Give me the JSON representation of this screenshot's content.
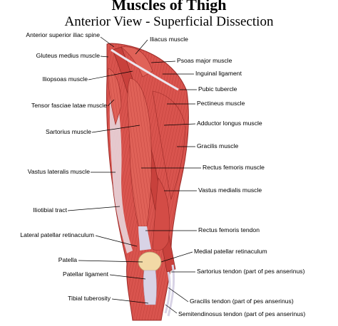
{
  "title": "Muscles of Thigh",
  "subtitle": "Anterior View - Superficial Dissection",
  "colors": {
    "muscle": "#d9544e",
    "muscle_dark": "#b8332f",
    "muscle_light": "#ec8a80",
    "fascia": "#e7dde4",
    "tendon": "#d8d3e6",
    "patella": "#f2d9a6",
    "leader": "#000000"
  },
  "labels_left": [
    {
      "id": "asis",
      "text": "Anterior superior iliac spine"
    },
    {
      "id": "gluteus-medius",
      "text": "Gluteus medius muscle"
    },
    {
      "id": "iliopsoas",
      "text": "Iliopsoas muscle"
    },
    {
      "id": "tfl",
      "text": "Tensor fasciae latae muscle"
    },
    {
      "id": "sartorius",
      "text": "Sartorius muscle"
    },
    {
      "id": "vastus-lateralis",
      "text": "Vastus lateralis muscle"
    },
    {
      "id": "iliotibial",
      "text": "Iliotibial tract"
    },
    {
      "id": "lat-retinaculum",
      "text": "Lateral patellar retinaculum"
    },
    {
      "id": "patella",
      "text": "Patella"
    },
    {
      "id": "patellar-ligament",
      "text": "Patellar ligament"
    },
    {
      "id": "tibial-tuberosity",
      "text": "Tibial tuberosity"
    }
  ],
  "labels_right": [
    {
      "id": "iliacus",
      "text": "Iliacus muscle"
    },
    {
      "id": "psoas",
      "text": "Psoas major muscle"
    },
    {
      "id": "inguinal",
      "text": "Inguinal ligament"
    },
    {
      "id": "pubic-tubercle",
      "text": "Pubic tubercle"
    },
    {
      "id": "pectineus",
      "text": "Pectineus muscle"
    },
    {
      "id": "adductor-longus",
      "text": "Adductor longus muscle"
    },
    {
      "id": "gracilis",
      "text": "Gracilis muscle"
    },
    {
      "id": "rectus-femoris",
      "text": "Rectus femoris muscle"
    },
    {
      "id": "vastus-medialis",
      "text": "Vastus medialis muscle"
    },
    {
      "id": "rf-tendon",
      "text": "Rectus femoris tendon"
    },
    {
      "id": "med-retinaculum",
      "text": "Medial patellar retinaculum"
    },
    {
      "id": "sartorius-tendon",
      "text": "Sartorius tendon (part of pes anserinus)"
    },
    {
      "id": "gracilis-tendon",
      "text": "Gracilis tendon (part of pes anserinus)"
    },
    {
      "id": "semitendinosus-tendon",
      "text": "Semitendinosus tendon (part of pes anserinus)"
    }
  ]
}
